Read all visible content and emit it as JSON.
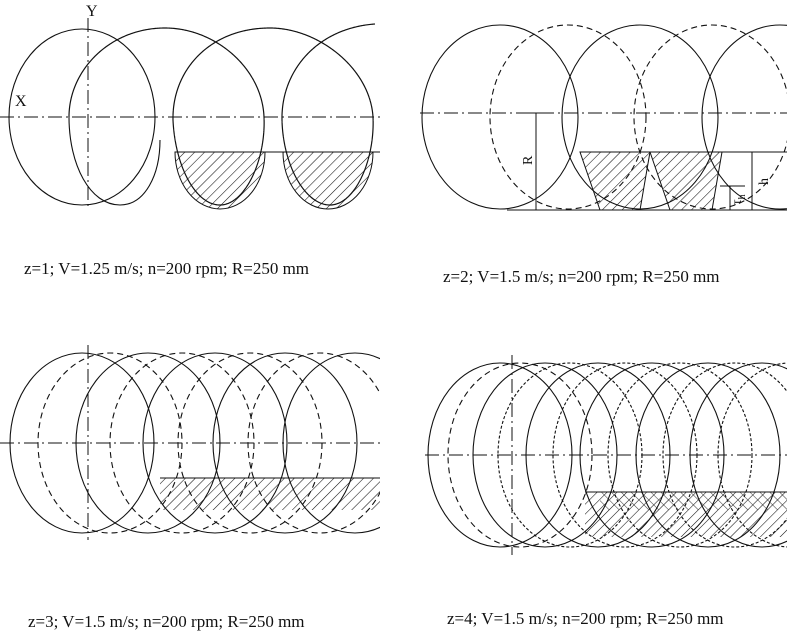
{
  "panels": [
    {
      "caption": "z=1; V=1.25 m/s; n=200 rpm; R=250 mm"
    },
    {
      "caption": "z=2; V=1.5 m/s; n=200 rpm; R=250 mm"
    },
    {
      "caption": "z=3; V=1.5 m/s; n=200 rpm; R=250 mm"
    },
    {
      "caption": "z=4; V=1.5 m/s; n=200 rpm; R=250 mm"
    }
  ],
  "labels": {
    "x_axis": "X",
    "y_axis": "Y",
    "radius": "R",
    "height": "h",
    "sub_height": "τ",
    "sub_height_subscript": "h"
  },
  "colors": {
    "line": "#111111",
    "background": "#ffffff"
  }
}
